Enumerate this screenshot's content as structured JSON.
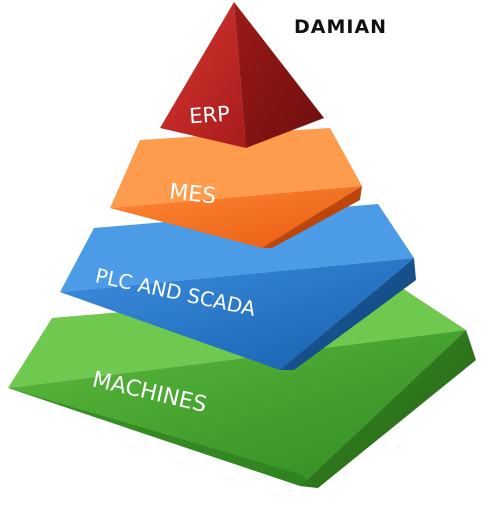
{
  "brand": {
    "text": "DAMIAN"
  },
  "pyramid": {
    "levels": [
      {
        "label": "ERP",
        "color": "#b52323"
      },
      {
        "label": "MES",
        "color": "#ee6a1c"
      },
      {
        "label": "PLC AND SCADA",
        "color": "#1f6fbd"
      },
      {
        "label": "MACHINES",
        "color": "#3c9a2a"
      }
    ]
  }
}
